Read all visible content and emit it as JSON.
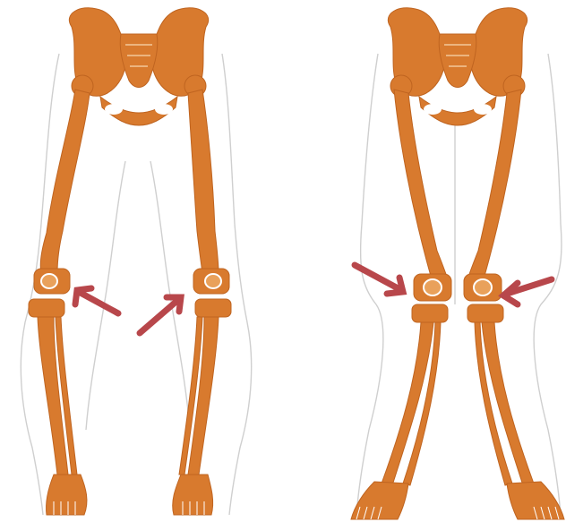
{
  "image": {
    "panels": [
      {
        "id": "left",
        "alignment": "bowed-out"
      },
      {
        "id": "right",
        "alignment": "knock-knee"
      }
    ],
    "arrow_count": 4
  },
  "colors": {
    "bone": "#d87a2e",
    "bone_shadow": "#bf6420",
    "body_outline": "#cfcfcf",
    "arrow": "#b8474b",
    "background": "#ffffff"
  }
}
